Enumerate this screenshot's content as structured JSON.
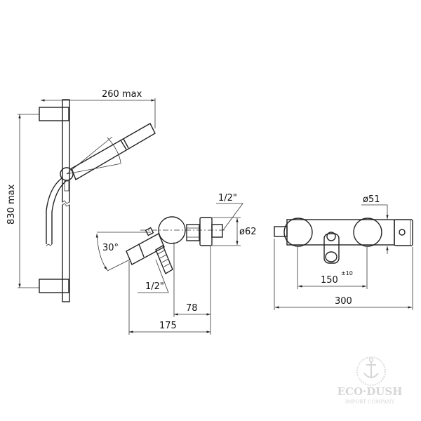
{
  "drawing": {
    "side_view": {
      "width_label": "260 max",
      "height_label": "830 max"
    },
    "mixer_side": {
      "angle_label": "30°",
      "inlet_label_top": "1/2\"",
      "inlet_label_bottom": "1/2\"",
      "diameter_label": "ø62",
      "depth_short_label": "78",
      "depth_total_label": "175"
    },
    "mixer_front": {
      "diameter_label": "ø51",
      "centers_label": "150",
      "centers_tolerance": "±10",
      "width_label": "300"
    },
    "watermark": {
      "brand": "ECO·DUSH",
      "tagline": "IMPORT COMPANY"
    }
  },
  "colors": {
    "line": "#222222",
    "watermark": "#d6d6d6"
  }
}
